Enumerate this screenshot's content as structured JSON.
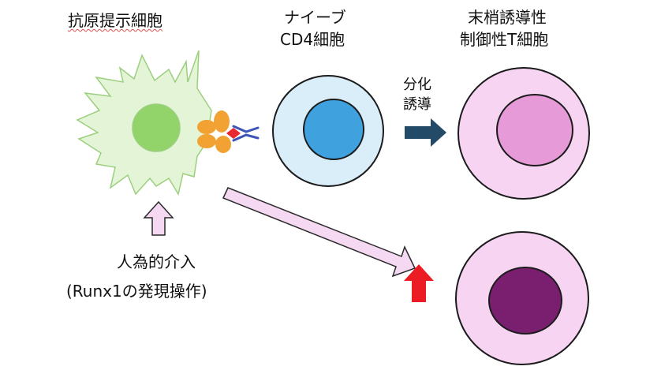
{
  "labels": {
    "apc": "抗原提示細胞",
    "naive_line1": "ナイーブ",
    "naive_line2": "CD4細胞",
    "treg_line1": "末梢誘導性",
    "treg_line2": "制御性T細胞",
    "induction_line1": "分化",
    "induction_line2": "誘導",
    "intervention_line1": "人為的介入",
    "intervention_line2": "(Runx1の発現操作)"
  },
  "colors": {
    "apc_body": "#e4f4d6",
    "apc_outline": "#9ccf7e",
    "apc_nucleus": "#92d36a",
    "mhc_molecule": "#f2a232",
    "antigen": "#e8282f",
    "tcr": "#3d55b8",
    "naive_outer": "#daeefa",
    "naive_nucleus": "#3fa2de",
    "cell_outline": "#1b1b1b",
    "treg_outer": "#f7d5f2",
    "treg_nucleus_peripheral": "#e69ad8",
    "treg_nucleus_enhanced": "#7a1f70",
    "induction_arrow": "#234a66",
    "pink_arrow_fill": "#f5d8f1",
    "pink_arrow_stroke": "#2a2a2a",
    "red_arrow": "#ec1c24"
  }
}
